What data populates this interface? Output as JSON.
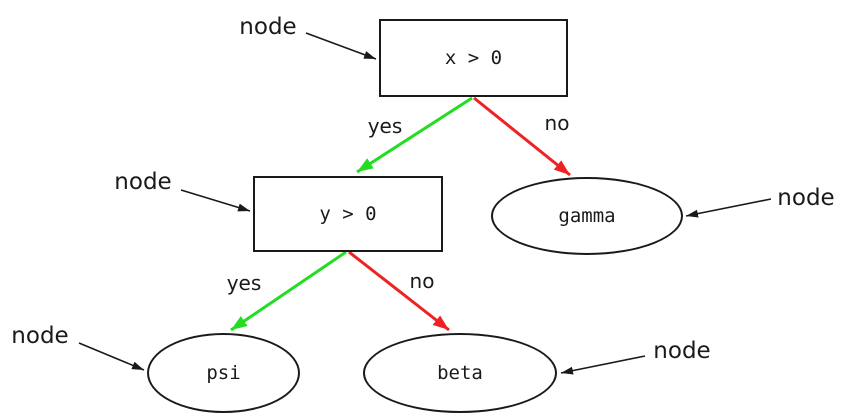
{
  "diagram": {
    "type": "decision-tree",
    "nodes": [
      {
        "id": "root",
        "shape": "rectangle",
        "label": "x > 0"
      },
      {
        "id": "y-decision",
        "shape": "rectangle",
        "label": "y > 0"
      },
      {
        "id": "gamma",
        "shape": "ellipse",
        "label": "gamma"
      },
      {
        "id": "psi",
        "shape": "ellipse",
        "label": "psi"
      },
      {
        "id": "beta",
        "shape": "ellipse",
        "label": "beta"
      }
    ],
    "edges": [
      {
        "from": "x > 0",
        "to": "y > 0",
        "label": "yes",
        "color": "#22dd22"
      },
      {
        "from": "x > 0",
        "to": "gamma",
        "label": "no",
        "color": "#ee2222"
      },
      {
        "from": "y > 0",
        "to": "psi",
        "label": "yes",
        "color": "#22dd22"
      },
      {
        "from": "y > 0",
        "to": "beta",
        "label": "no",
        "color": "#ee2222"
      }
    ],
    "annotations": [
      {
        "text": "node",
        "points_to": "x > 0"
      },
      {
        "text": "node",
        "points_to": "y > 0"
      },
      {
        "text": "node",
        "points_to": "gamma"
      },
      {
        "text": "node",
        "points_to": "psi"
      },
      {
        "text": "node",
        "points_to": "beta"
      }
    ]
  },
  "colors": {
    "yes_edge": "#22dd22",
    "no_edge": "#ee2222",
    "annotation_arrow": "#1a1a1a",
    "node_border": "#1a1a1a",
    "background": "#ffffff"
  }
}
